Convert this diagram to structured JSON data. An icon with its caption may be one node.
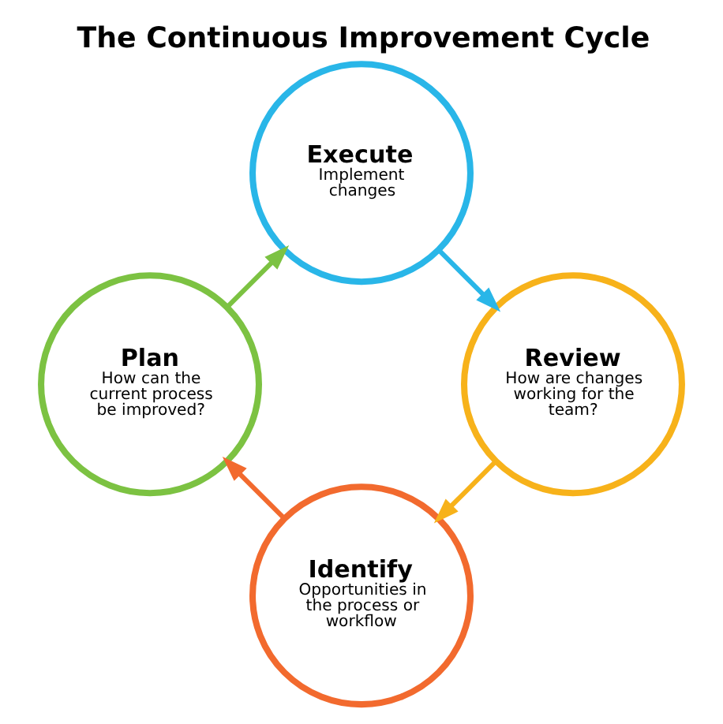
{
  "diagram": {
    "title": "The Continuous Improvement Cycle",
    "nodes": [
      {
        "text": [
          "Identify",
          "Opportunities in the process or workflow"
        ]
      },
      {
        "text": [
          "Plan",
          "How can the current process be improved?"
        ]
      },
      {
        "text": [
          "Execute",
          "Implement changes"
        ]
      },
      {
        "text": [
          "Review",
          "How are changes working for the team?"
        ]
      }
    ],
    "edges": [
      {
        "from": 0,
        "to": 1,
        "arrow": "to",
        "color": "#f26a2e"
      },
      {
        "from": 1,
        "to": 2,
        "arrow": "to",
        "color": "#7cc242"
      },
      {
        "from": 2,
        "to": 3,
        "arrow": "to",
        "color": "#29b6e8"
      },
      {
        "from": 3,
        "to": 0,
        "arrow": "to",
        "color": "#f7b21a"
      }
    ]
  }
}
